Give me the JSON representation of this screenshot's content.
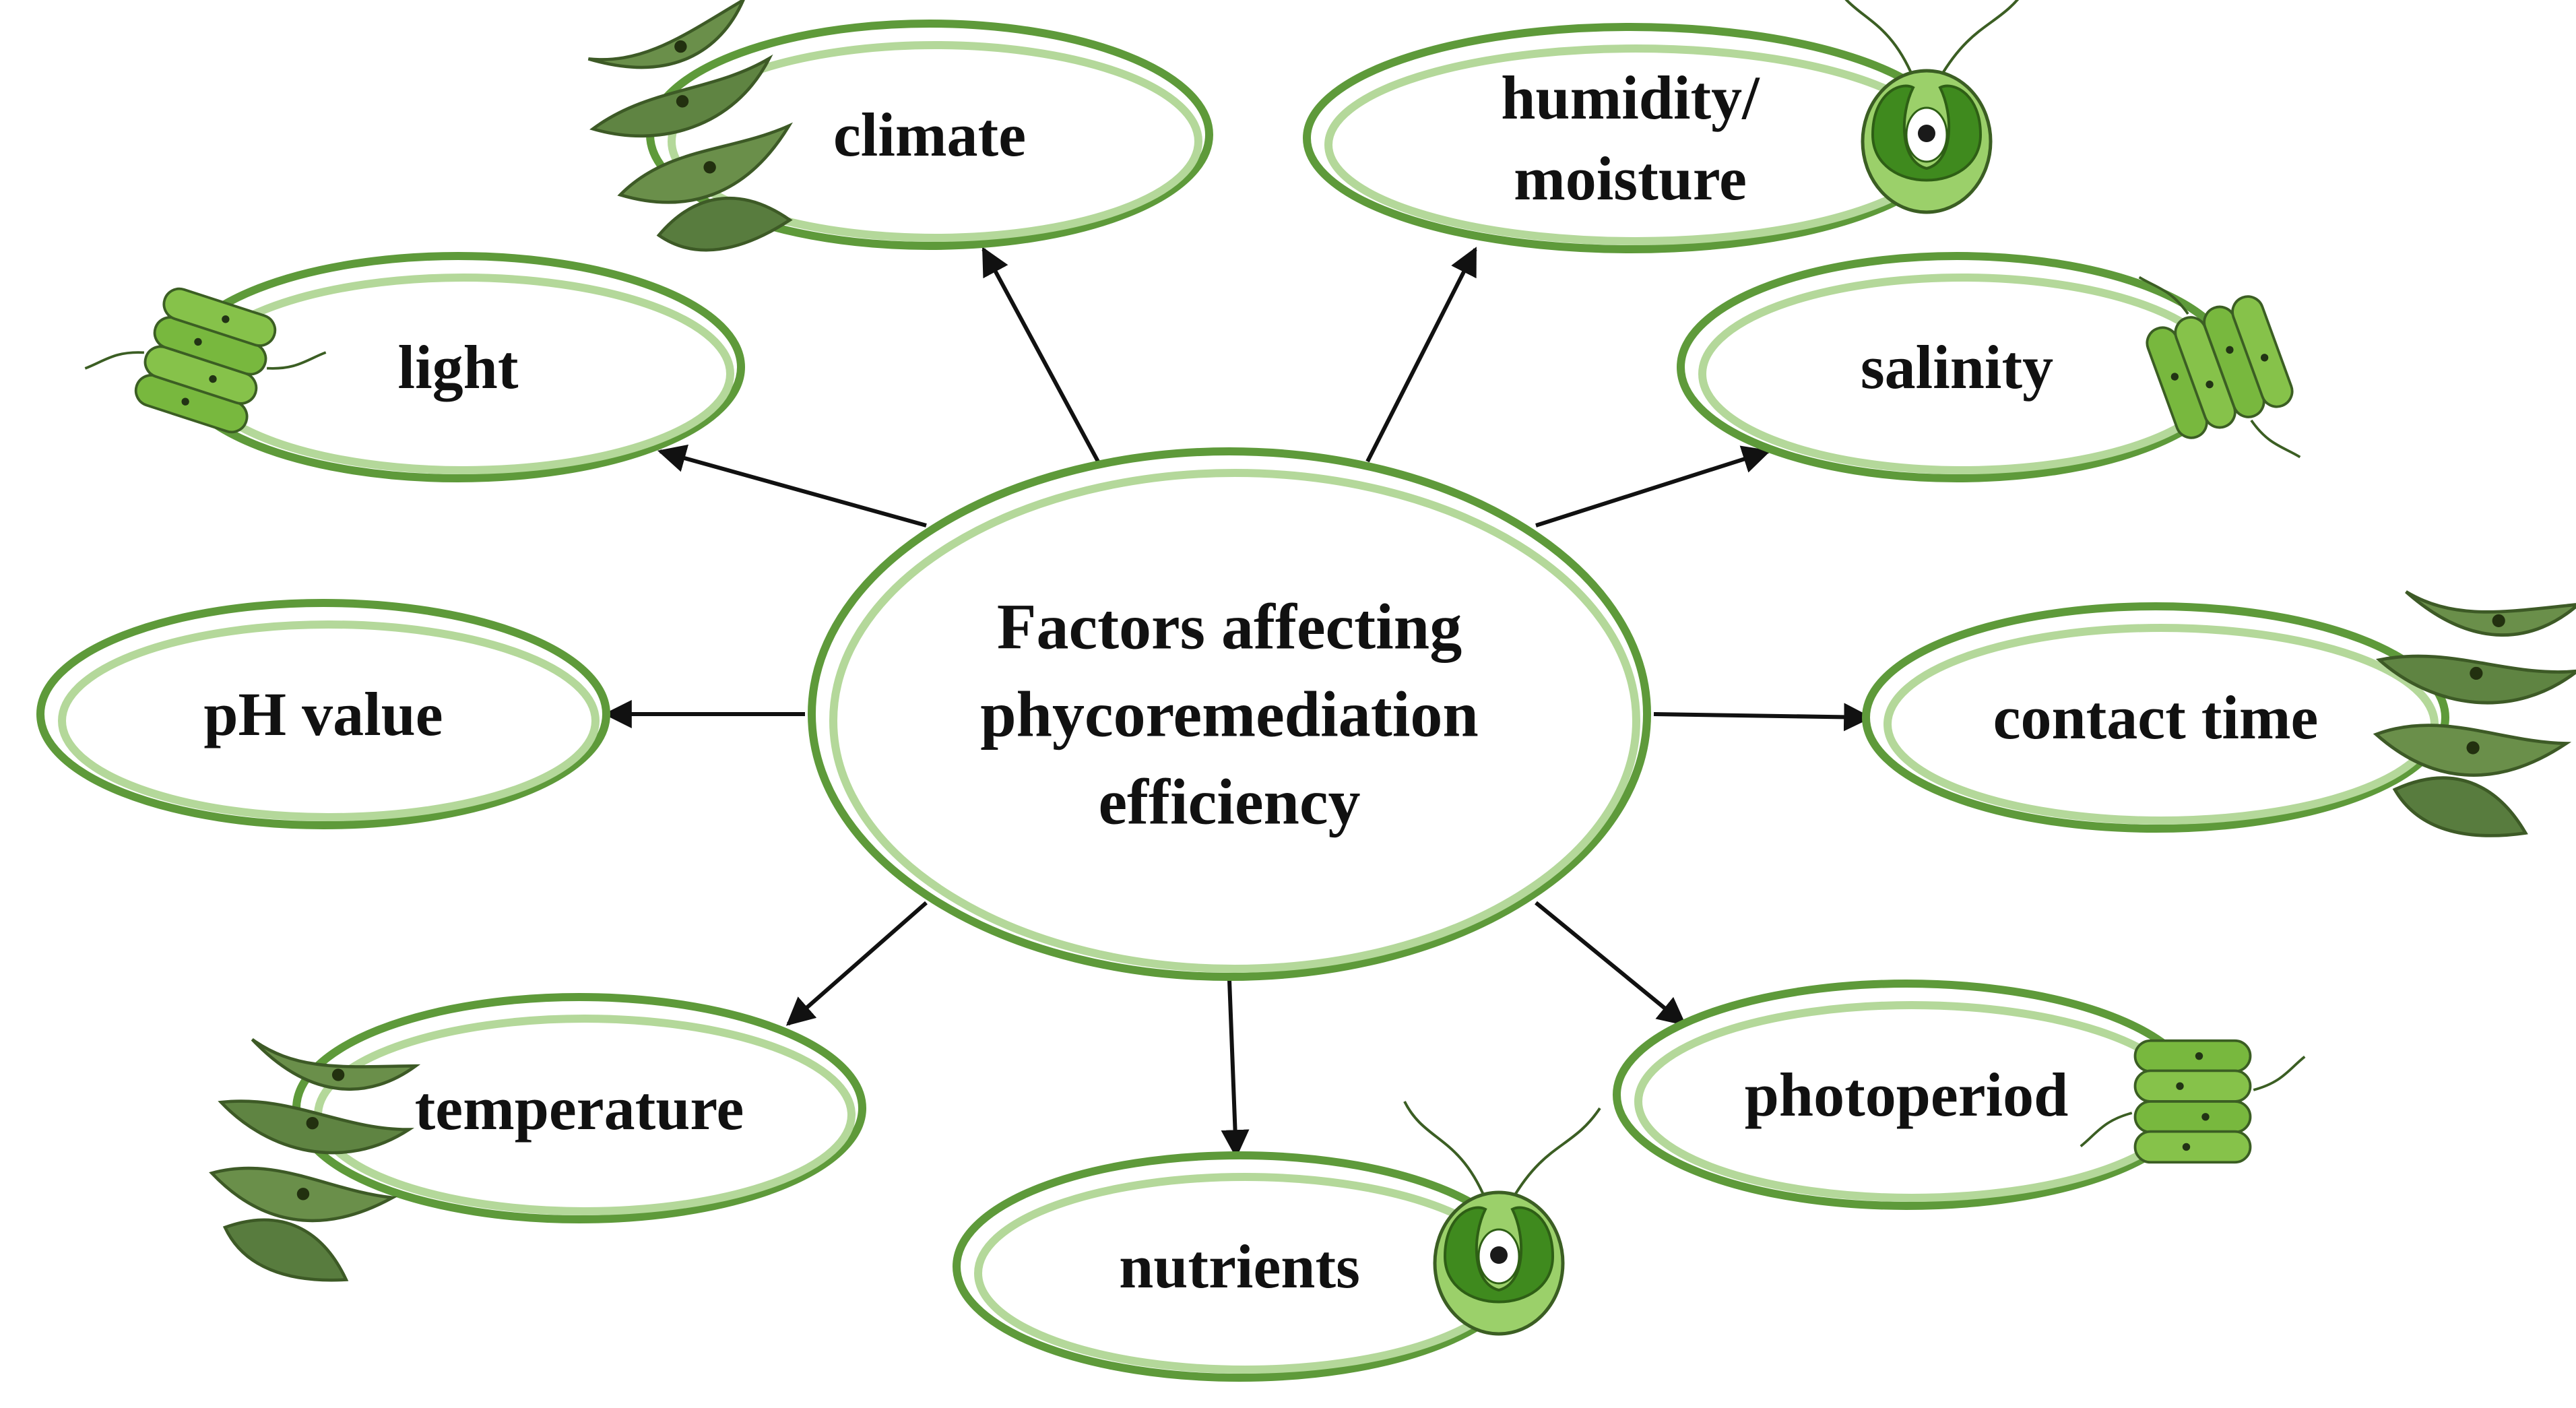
{
  "center": {
    "lines": [
      "Factors affecting",
      "phycoremediation",
      "efficiency"
    ]
  },
  "factors": [
    {
      "id": "climate",
      "lines": [
        "climate"
      ],
      "icon": "euglena-cluster-icon"
    },
    {
      "id": "humidity",
      "lines": [
        "humidity/",
        "moisture"
      ],
      "icon": "chlamydomonas-icon"
    },
    {
      "id": "light",
      "lines": [
        "light"
      ],
      "icon": "scenedesmus-icon"
    },
    {
      "id": "salinity",
      "lines": [
        "salinity"
      ],
      "icon": "scenedesmus-icon"
    },
    {
      "id": "ph",
      "lines": [
        "pH value"
      ],
      "icon": ""
    },
    {
      "id": "contact-time",
      "lines": [
        "contact time"
      ],
      "icon": "euglena-cluster-icon"
    },
    {
      "id": "temperature",
      "lines": [
        "temperature"
      ],
      "icon": "euglena-cluster-icon"
    },
    {
      "id": "photoperiod",
      "lines": [
        "photoperiod"
      ],
      "icon": "scenedesmus-icon"
    },
    {
      "id": "nutrients",
      "lines": [
        "nutrients"
      ],
      "icon": "chlamydomonas-icon"
    }
  ],
  "colors": {
    "ellipse_stroke": "#5e9a3a",
    "ellipse_inner": "#b4d89a",
    "arrow": "#111111",
    "cell_fill": "#78b83e",
    "cell_dark": "#4f8a2a",
    "euglena_fill": "#6a8f4a"
  }
}
